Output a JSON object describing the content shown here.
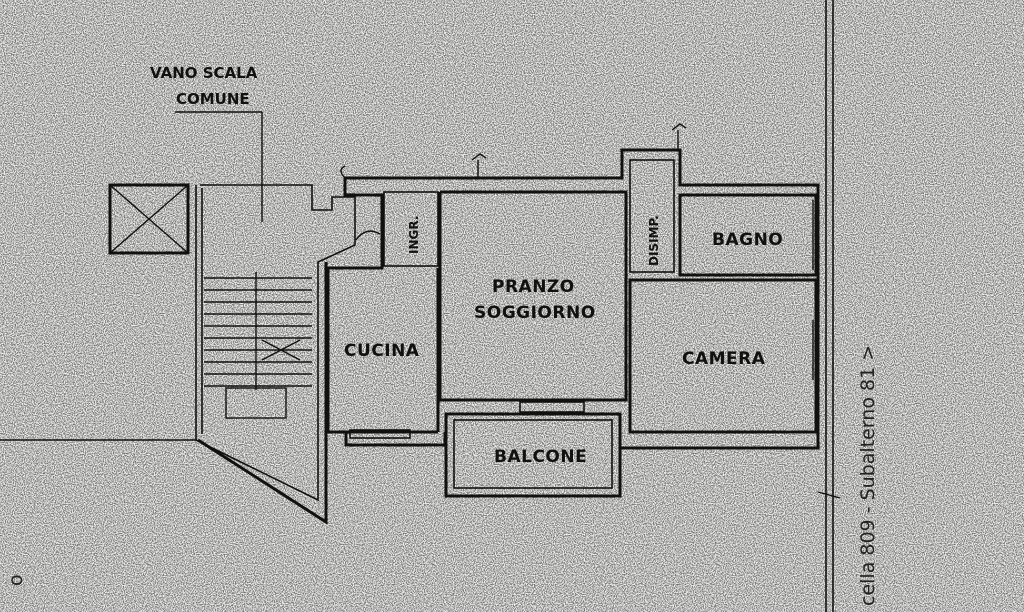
{
  "rooms": {
    "vano_scala_line1": "VANO SCALA",
    "vano_scala_line2": "COMUNE",
    "ingr": "INGR.",
    "pranzo_line1": "PRANZO",
    "pranzo_line2": "SOGGIORNO",
    "cucina": "CUCINA",
    "disimp": "DISIMP.",
    "bagno": "BAGNO",
    "camera": "CAMERA",
    "balcone": "BALCONE"
  },
  "margin": {
    "subalterno": "cella  809 - Subalterno  81 >",
    "left_fragment": "o"
  },
  "colors": {
    "paper": "#f4f4f2",
    "ink": "#111111"
  }
}
